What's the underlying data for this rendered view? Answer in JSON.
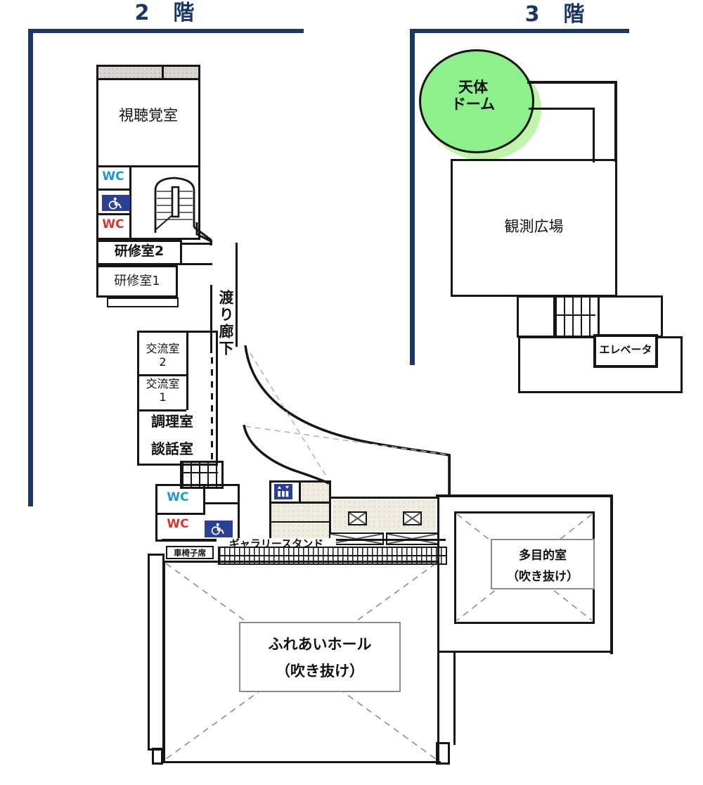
{
  "floor2": {
    "title": "2　階",
    "rooms": {
      "audiovisual": "視聴覚室",
      "wc_blue_upper": "WC",
      "wc_red_upper": "WC",
      "training2": "研修室2",
      "training1": "研修室1",
      "corridor": "渡り廊下",
      "exchange2": "交流室",
      "exchange2_num": "2",
      "exchange1": "交流室",
      "exchange1_num": "1",
      "cooking": "調理室",
      "lounge": "談話室",
      "wc_blue_lower": "WC",
      "wc_red_lower": "WC",
      "gallery_stand": "ギャラリースタンド",
      "wheelchair_seats": "車椅子席",
      "hall_name": "ふれあいホール",
      "hall_note": "（吹き抜け）",
      "multipurpose_name": "多目的室",
      "multipurpose_note": "（吹き抜け）"
    }
  },
  "floor3": {
    "title": "3　階",
    "rooms": {
      "dome_line1": "天体",
      "dome_line2": "ドーム",
      "observation_plaza": "観測広場",
      "elevator": "エレベータ"
    }
  },
  "icons": {
    "accessible_restroom": "wheelchair-symbol",
    "elevator_pictogram": "elevator-people-symbol"
  },
  "colors": {
    "accent_navy": "#1c3766",
    "wc_blue": "#1899d6",
    "wc_red": "#e03131",
    "icon_navy": "#2b3f95",
    "dome_green": "#8df08d",
    "dome_halo": "#c0f4aa"
  }
}
